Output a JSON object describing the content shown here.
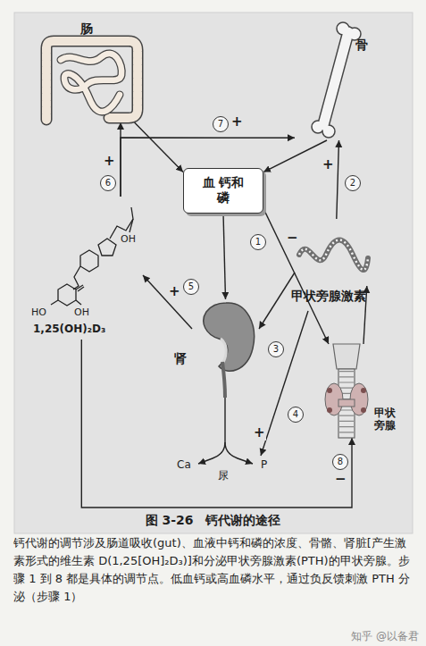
{
  "diagram": {
    "caption": "图 3-26　钙代谢的途径",
    "nodes": [
      {
        "text": [
          "肠"
        ]
      },
      {
        "text": [
          "骨"
        ]
      },
      {
        "text": [
          "血 钙和磷"
        ]
      },
      {
        "text": [
          "甲状旁腺激素"
        ]
      },
      {
        "text": [
          "OH",
          "HO",
          "OH",
          "1,25(OH)₂D₃"
        ]
      },
      {
        "text": [
          "肾"
        ]
      },
      {
        "text": [
          "甲状旁腺"
        ]
      }
    ],
    "edges": [
      {
        "from": 0,
        "to": 2,
        "arrow": "to"
      },
      {
        "from": 1,
        "to": 2,
        "arrow": "to"
      },
      {
        "from": 4,
        "to": 1,
        "arrow": "to"
      },
      {
        "from": 4,
        "to": 0,
        "arrow": "to"
      },
      {
        "from": 3,
        "to": 1,
        "arrow": "to"
      },
      {
        "from": 2,
        "to": 6,
        "arrow": "to"
      },
      {
        "from": 6,
        "to": 3,
        "arrow": "to"
      },
      {
        "from": 2,
        "to": 5,
        "arrow": "to"
      },
      {
        "from": 5,
        "to": 4,
        "arrow": "to"
      },
      {
        "from": 3,
        "to": 5,
        "arrow": "to"
      },
      {
        "from": 4,
        "to": 6,
        "arrow": "to"
      }
    ],
    "labels": [
      "1",
      "2",
      "3",
      "4",
      "5",
      "6",
      "7",
      "8",
      "+",
      "+",
      "+",
      "+",
      "+",
      "−",
      "−",
      "尿",
      "Ca",
      "P",
      "钙代谢的调节涉及肠道吸收(gut)、血液中钙和磷的浓度、骨骼、肾脏[产生激素形式的维生素 D(1,25[OH]₂D₃)]和分泌甲状旁腺激素(PTH)的甲状旁腺。步骤 1 到 8 都是具体的调节点。低血钙或高血磷水平，通过负反馈刺激 PTH 分泌（步骤 1）",
      "知乎 @以备君"
    ]
  }
}
